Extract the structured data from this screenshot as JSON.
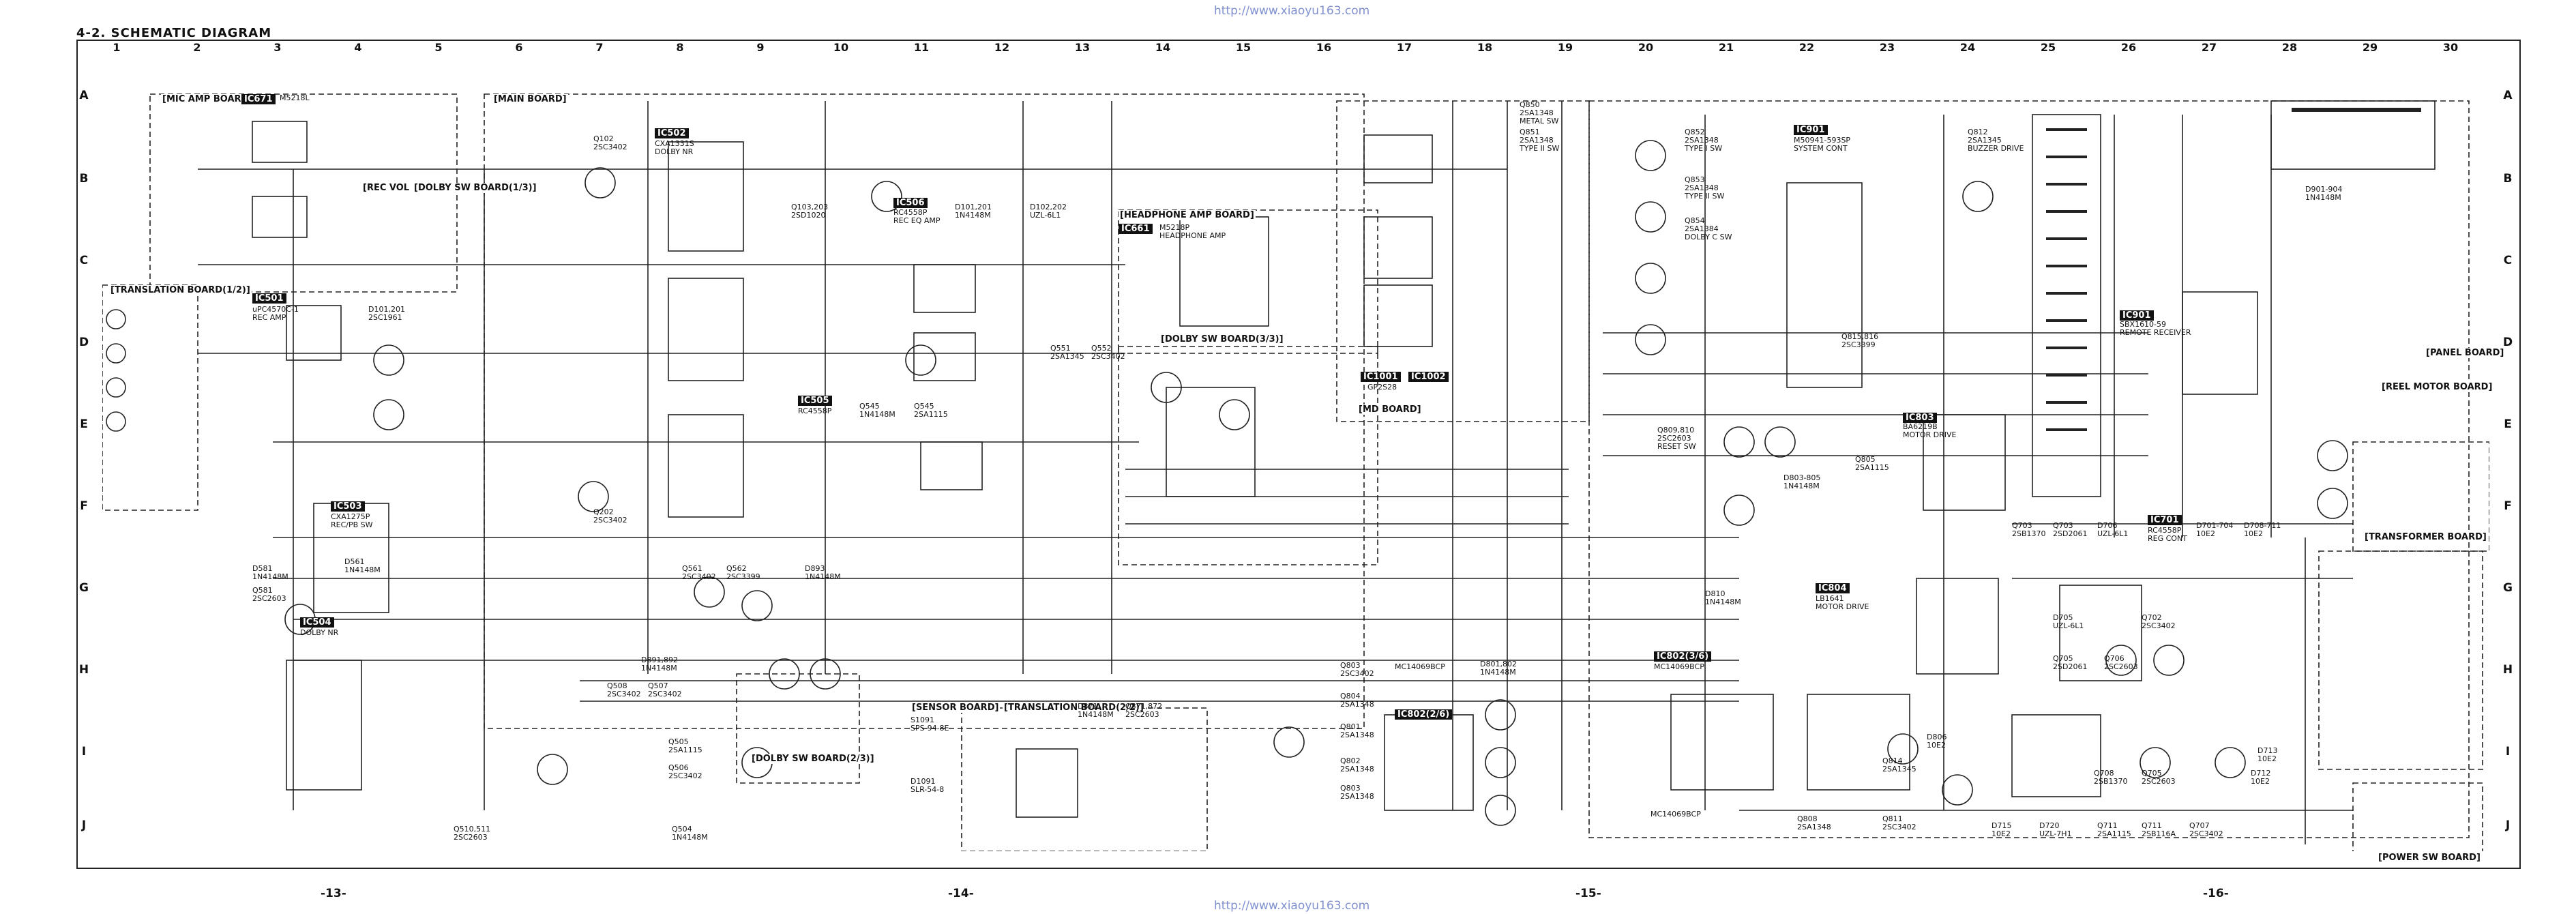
{
  "header": {
    "title": "4-2.  SCHEMATIC DIAGRAM",
    "watermark_top": "http://www.xiaoyu163.com",
    "watermark_bottom": "http://www.xiaoyu163.com"
  },
  "grid": {
    "columns": [
      "1",
      "2",
      "3",
      "4",
      "5",
      "6",
      "7",
      "8",
      "9",
      "10",
      "11",
      "12",
      "13",
      "14",
      "15",
      "16",
      "17",
      "18",
      "19",
      "20",
      "21",
      "22",
      "23",
      "24",
      "25",
      "26",
      "27",
      "28",
      "29",
      "30"
    ],
    "rows": [
      "A",
      "B",
      "C",
      "D",
      "E",
      "F",
      "G",
      "H",
      "I",
      "J"
    ]
  },
  "boards": [
    {
      "id": "mic-amp",
      "label": "[MIC AMP BOARD]"
    },
    {
      "id": "main",
      "label": "[MAIN BOARD]"
    },
    {
      "id": "headphone",
      "label": "[HEADPHONE AMP BOARD]"
    },
    {
      "id": "translation-1",
      "label": "[TRANSLATION BOARD(1/2)]"
    },
    {
      "id": "rec-vol",
      "label": "[REC VOL BOARD]"
    },
    {
      "id": "dolby-sw-1",
      "label": "[DOLBY SW BOARD(1/3)]"
    },
    {
      "id": "dolby-sw-3",
      "label": "[DOLBY SW BOARD(3/3)]"
    },
    {
      "id": "dolby-sw-2",
      "label": "[DOLBY SW BOARD(2/3)]"
    },
    {
      "id": "md",
      "label": "[MD BOARD]"
    },
    {
      "id": "sensor",
      "label": "[SENSOR BOARD]"
    },
    {
      "id": "translation-2",
      "label": "[TRANSLATION BOARD(2/2)]"
    },
    {
      "id": "panel",
      "label": "[PANEL BOARD]"
    },
    {
      "id": "reel-motor",
      "label": "[REEL MOTOR BOARD]"
    },
    {
      "id": "transformer",
      "label": "[TRANSFORMER BOARD]"
    },
    {
      "id": "power-sw",
      "label": "[POWER SW BOARD]"
    }
  ],
  "ics": [
    "IC671",
    "IC502",
    "IC506",
    "IC661",
    "IC501",
    "IC505",
    "IC503",
    "IC504",
    "IC901",
    "IC1001",
    "IC1002",
    "IC802(3/6)",
    "IC802(2/6)",
    "IC803",
    "IC804",
    "IC701",
    "IC901"
  ],
  "parts": [
    {
      "id": "ic671",
      "text": "M5218L"
    },
    {
      "id": "q102",
      "text": "Q102\n2SC3402"
    },
    {
      "id": "ic502",
      "text": "CXA1331S\nDOLBY NR"
    },
    {
      "id": "q103",
      "text": "Q103,203\n2SD1020"
    },
    {
      "id": "ic506",
      "text": "RC4558P\nREC EQ AMP"
    },
    {
      "id": "d101",
      "text": "D101,201\n1N4148M"
    },
    {
      "id": "d102",
      "text": "D102,202\nUZL-6L1"
    },
    {
      "id": "ic661",
      "text": "M5218P\nHEADPHONE AMP"
    },
    {
      "id": "q850",
      "text": "Q850\n2SA1348\nMETAL SW"
    },
    {
      "id": "q851",
      "text": "Q851\n2SA1348\nTYPE II SW"
    },
    {
      "id": "q852",
      "text": "Q852\n2SA1348\nTYPE I SW"
    },
    {
      "id": "q853",
      "text": "Q853\n2SA1348\nTYPE II SW"
    },
    {
      "id": "q854",
      "text": "Q854\n2SA1384\nDOLBY C SW"
    },
    {
      "id": "ic801",
      "text": "M50941-593SP\nSYSTEM CONT"
    },
    {
      "id": "q812",
      "text": "Q812\n2SA1345\nBUZZER DRIVE"
    },
    {
      "id": "d901",
      "text": "D901-904\n1N4148M"
    },
    {
      "id": "ic501",
      "text": "uPC4570C-1\nREC AMP"
    },
    {
      "id": "d101x",
      "text": "D101,201\n2SC1961"
    },
    {
      "id": "q551",
      "text": "Q551\n2SA1345"
    },
    {
      "id": "q552",
      "text": "Q552\n2SC3402"
    },
    {
      "id": "ic901",
      "text": "SBX1610-59\nREMOTE RECEIVER"
    },
    {
      "id": "q815",
      "text": "Q815,816\n2SC3399"
    },
    {
      "id": "ic505",
      "text": "RC4558P"
    },
    {
      "id": "q545",
      "text": "Q545\n1N4148M"
    },
    {
      "id": "q545b",
      "text": "Q545\n2SA1115"
    },
    {
      "id": "ic1001",
      "text": "GP2S28"
    },
    {
      "id": "q809",
      "text": "Q809,810\n2SC2603\nRESET SW"
    },
    {
      "id": "ic803",
      "text": "BA6219B\nMOTOR DRIVE"
    },
    {
      "id": "q805",
      "text": "Q805\n2SA1115"
    },
    {
      "id": "d803",
      "text": "D803-805\n1N4148M"
    },
    {
      "id": "ic503",
      "text": "CXA1275P\nREC/PB SW"
    },
    {
      "id": "q202",
      "text": "Q202\n2SC3402"
    },
    {
      "id": "q703",
      "text": "Q703\n2SB1370"
    },
    {
      "id": "q703b",
      "text": "Q703\n2SD2061"
    },
    {
      "id": "d706",
      "text": "D706\nUZL-6L1"
    },
    {
      "id": "ic701",
      "text": "RC4558P\nREG CONT"
    },
    {
      "id": "d701",
      "text": "D701-704\n10E2"
    },
    {
      "id": "d708",
      "text": "D708-711\n10E2"
    },
    {
      "id": "d581",
      "text": "D581\n1N4148M"
    },
    {
      "id": "q581",
      "text": "Q581\n2SC2603"
    },
    {
      "id": "d561",
      "text": "D561\n1N4148M"
    },
    {
      "id": "q561",
      "text": "Q561\n2SC3402"
    },
    {
      "id": "q562",
      "text": "Q562\n2SC3399"
    },
    {
      "id": "d893",
      "text": "D893\n1N4148M"
    },
    {
      "id": "d810",
      "text": "D810\n1N4148M"
    },
    {
      "id": "ic804",
      "text": "LB1641\nMOTOR DRIVE"
    },
    {
      "id": "d705",
      "text": "D705\nUZL-6L1"
    },
    {
      "id": "q702",
      "text": "Q702\n2SC3402"
    },
    {
      "id": "ic504",
      "text": "DOLBY NR"
    },
    {
      "id": "d891",
      "text": "D891,892\n1N4148M"
    },
    {
      "id": "q508",
      "text": "Q508\n2SC3402"
    },
    {
      "id": "q507",
      "text": "Q507\n2SC3402"
    },
    {
      "id": "q803",
      "text": "Q803\n2SC3402"
    },
    {
      "id": "ic802a",
      "text": "MC14069BCP"
    },
    {
      "id": "d801",
      "text": "D801,802\n1N4148M"
    },
    {
      "id": "ic802b",
      "text": "MC14069BCP"
    },
    {
      "id": "q705",
      "text": "Q705\n2SD2061"
    },
    {
      "id": "q706",
      "text": "Q706\n2SC2603"
    },
    {
      "id": "d871",
      "text": "D871\n1N4148M"
    },
    {
      "id": "q871",
      "text": "Q871,872\n2SC2603"
    },
    {
      "id": "q804",
      "text": "Q804\n2SA1348"
    },
    {
      "id": "q801",
      "text": "Q801\n2SA1348"
    },
    {
      "id": "q802",
      "text": "Q802\n2SA1348"
    },
    {
      "id": "d806",
      "text": "D806\n10E2"
    },
    {
      "id": "d713",
      "text": "D713\n10E2"
    },
    {
      "id": "q506",
      "text": "Q506\n2SC3402"
    },
    {
      "id": "q505",
      "text": "Q505\n2SA1115"
    },
    {
      "id": "s1091",
      "text": "S1091\nSPS-94-8E"
    },
    {
      "id": "q803b",
      "text": "Q803\n2SA1348"
    },
    {
      "id": "q814",
      "text": "Q814\n2SA1345"
    },
    {
      "id": "q708",
      "text": "Q708\n2SB1370"
    },
    {
      "id": "q705b",
      "text": "Q705\n2SC2603"
    },
    {
      "id": "d712",
      "text": "D712\n10E2"
    },
    {
      "id": "d1091",
      "text": "D1091\nSLR-54-8"
    },
    {
      "id": "q510",
      "text": "Q510,511\n2SC2603"
    },
    {
      "id": "q504",
      "text": "Q504\n1N4148M"
    },
    {
      "id": "ic802c",
      "text": "MC14069BCP"
    },
    {
      "id": "q808",
      "text": "Q808\n2SA1348"
    },
    {
      "id": "q811",
      "text": "Q811\n2SC3402"
    },
    {
      "id": "d715",
      "text": "D715\n10E2"
    },
    {
      "id": "d720",
      "text": "D720\nUZL-7H1"
    },
    {
      "id": "q711",
      "text": "Q711\n2SA1115"
    },
    {
      "id": "q711b",
      "text": "Q711\n2SB116A"
    },
    {
      "id": "q707",
      "text": "Q707\n2SC3402"
    }
  ],
  "pages": [
    "-13-",
    "-14-",
    "-15-",
    "-16-"
  ]
}
